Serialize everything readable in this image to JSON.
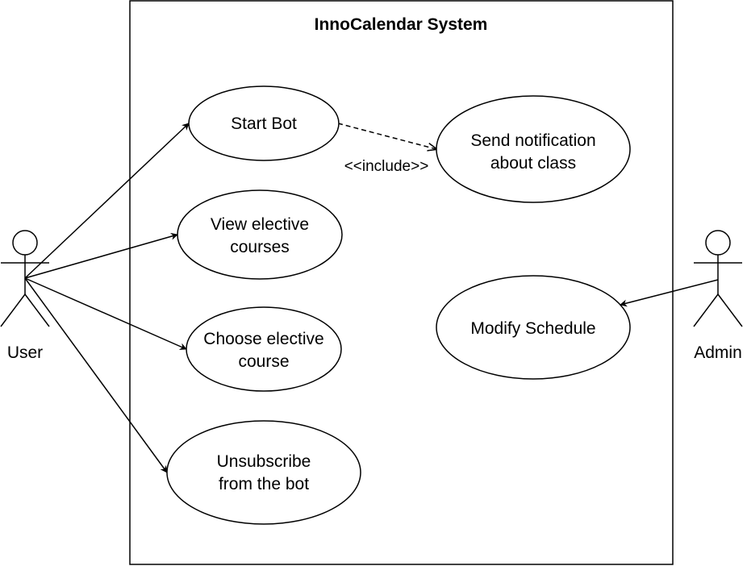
{
  "colors": {
    "stroke": "#000000",
    "background": "#ffffff"
  },
  "system": {
    "title": "InnoCalendar System"
  },
  "actors": {
    "user": {
      "label": "User"
    },
    "admin": {
      "label": "Admin"
    }
  },
  "use_cases": {
    "start_bot": {
      "label": "Start Bot"
    },
    "send_notification": {
      "line1": "Send notification",
      "line2": "about class"
    },
    "view_electives": {
      "line1": "View elective",
      "line2": "courses"
    },
    "choose_elective": {
      "line1": "Choose elective",
      "line2": "course"
    },
    "unsubscribe": {
      "line1": "Unsubscribe",
      "line2": "from the bot"
    },
    "modify_schedule": {
      "label": "Modify Schedule"
    }
  },
  "relations": {
    "include_label": "<<include>>"
  }
}
